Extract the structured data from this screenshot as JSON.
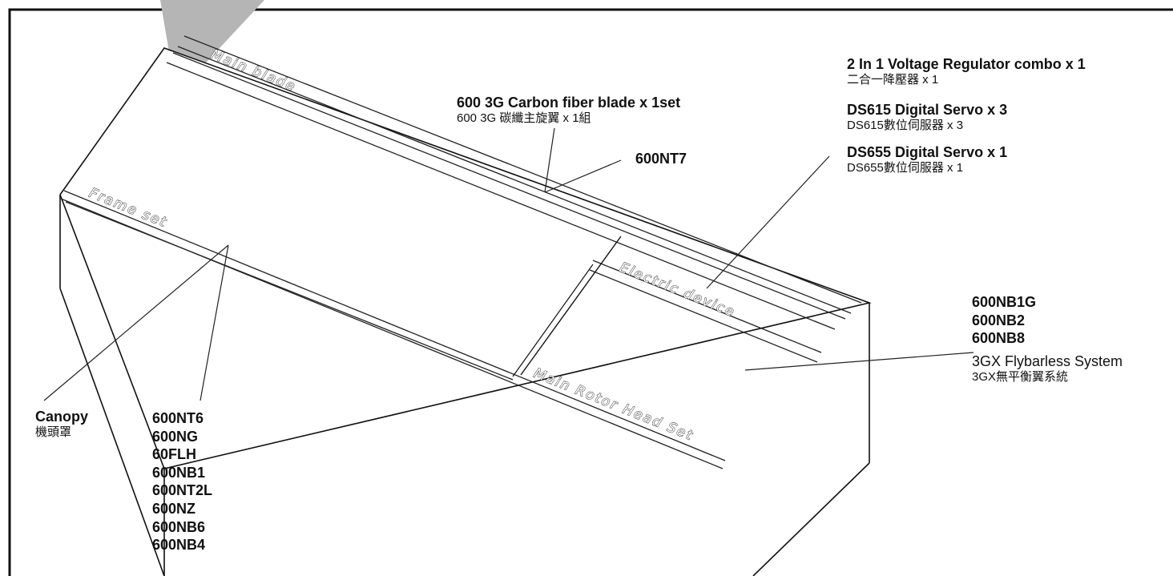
{
  "sections": {
    "main_blade": "Main blade",
    "frame_set": "Frame set",
    "electric_device": "Electric device",
    "main_rotor_head_set": "Main Rotor Head Set"
  },
  "parts": {
    "blade_en": "600 3G Carbon fiber blade x 1set",
    "blade_zh": "600 3G 碳纖主旋翼 x 1組",
    "nt7": "600NT7",
    "regulator_en": "2 In 1 Voltage Regulator combo x 1",
    "regulator_zh": "二合一降壓器 x 1",
    "servo615_en": "DS615 Digital Servo x 3",
    "servo615_zh": "DS615數位伺服器 x 3",
    "servo655_en": "DS655 Digital Servo x 1",
    "servo655_zh": "DS655數位伺服器 x 1",
    "head": [
      "600NB1G",
      "600NB2",
      "600NB8"
    ],
    "flybarless_en": "3GX Flybarless System",
    "flybarless_zh": "3GX無平衡翼系統",
    "canopy_en": "Canopy",
    "canopy_zh": "機頭罩",
    "frame": [
      "600NT6",
      "600NG",
      "60FLH",
      "600NB1",
      "600NT2L",
      "600NZ",
      "600NB6",
      "600NB4"
    ]
  }
}
